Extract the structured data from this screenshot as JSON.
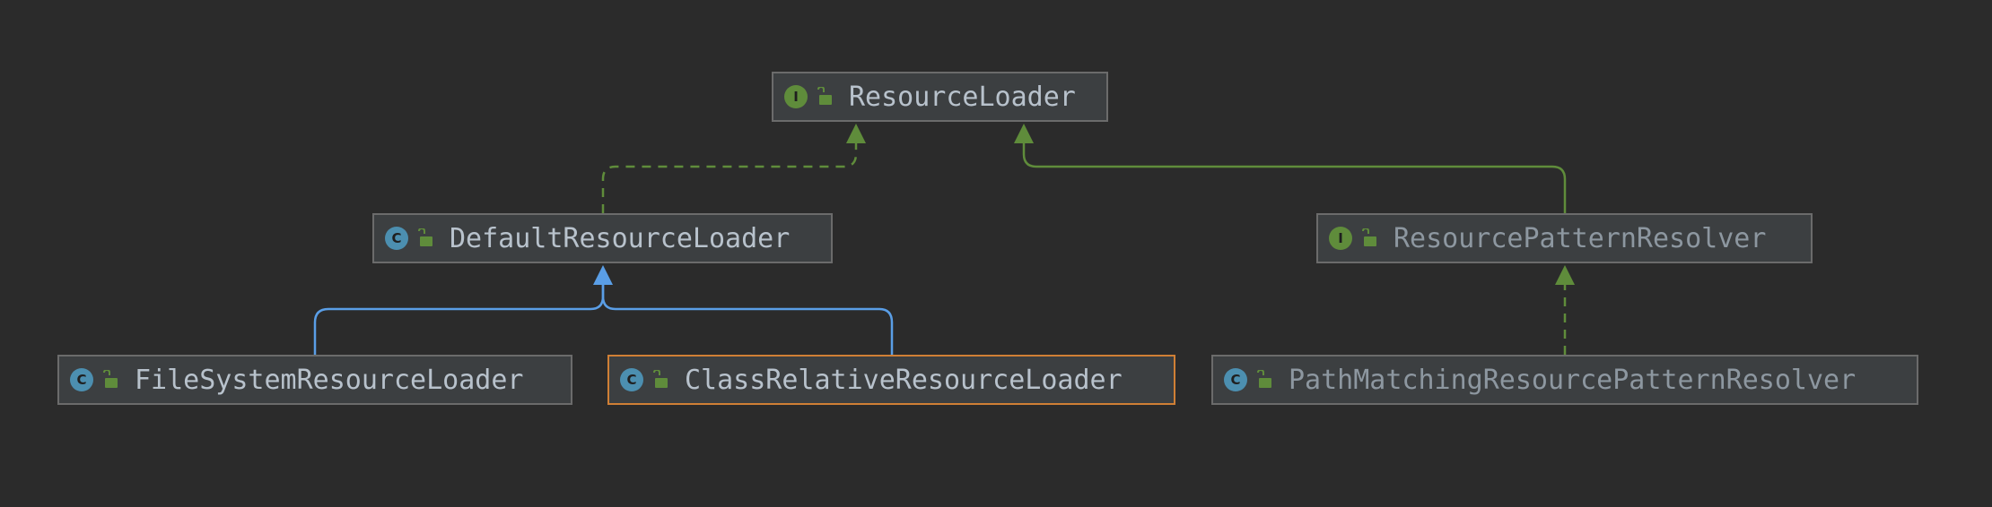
{
  "diagram": {
    "colors": {
      "background": "#2b2b2b",
      "node_fill": "#3c3f41",
      "node_border": "#6b6b6b",
      "selected_border": "#d07f35",
      "text": "#b8c2cc",
      "dim_text": "#8d97a0",
      "class_badge": "#4c8fb0",
      "interface_badge": "#5f8c3b",
      "implements_edge": "#5f8c3b",
      "extends_class_edge": "#5a9ee6",
      "extends_interface_edge": "#5f8c3b"
    },
    "nodes": [
      {
        "id": "resource-loader",
        "label": "ResourceLoader",
        "kind": "interface",
        "badge": "I",
        "icon": "interface-icon",
        "access_icon": "lock-open-icon",
        "selected": false,
        "dim": false
      },
      {
        "id": "default-resource-loader",
        "label": "DefaultResourceLoader",
        "kind": "class",
        "badge": "C",
        "icon": "class-icon",
        "access_icon": "lock-open-icon",
        "selected": false,
        "dim": false
      },
      {
        "id": "resource-pattern-resolver",
        "label": "ResourcePatternResolver",
        "kind": "interface",
        "badge": "I",
        "icon": "interface-icon",
        "access_icon": "lock-open-icon",
        "selected": false,
        "dim": true
      },
      {
        "id": "file-system-resource-loader",
        "label": "FileSystemResourceLoader",
        "kind": "class",
        "badge": "C",
        "icon": "class-icon",
        "access_icon": "lock-open-icon",
        "selected": false,
        "dim": false
      },
      {
        "id": "class-relative-resource-loader",
        "label": "ClassRelativeResourceLoader",
        "kind": "class",
        "badge": "C",
        "icon": "class-icon",
        "access_icon": "lock-open-icon",
        "selected": true,
        "dim": false
      },
      {
        "id": "path-matching-resource-pattern-resolver",
        "label": "PathMatchingResourcePatternResolver",
        "kind": "class",
        "badge": "C",
        "icon": "class-icon",
        "access_icon": "lock-open-icon",
        "selected": false,
        "dim": true
      }
    ],
    "edges": [
      {
        "from": "default-resource-loader",
        "to": "resource-loader",
        "relation": "implements",
        "style": "dashed"
      },
      {
        "from": "resource-pattern-resolver",
        "to": "resource-loader",
        "relation": "extends",
        "style": "solid"
      },
      {
        "from": "file-system-resource-loader",
        "to": "default-resource-loader",
        "relation": "extends",
        "style": "solid"
      },
      {
        "from": "class-relative-resource-loader",
        "to": "default-resource-loader",
        "relation": "extends",
        "style": "solid"
      },
      {
        "from": "path-matching-resource-pattern-resolver",
        "to": "resource-pattern-resolver",
        "relation": "implements",
        "style": "dashed"
      }
    ]
  }
}
